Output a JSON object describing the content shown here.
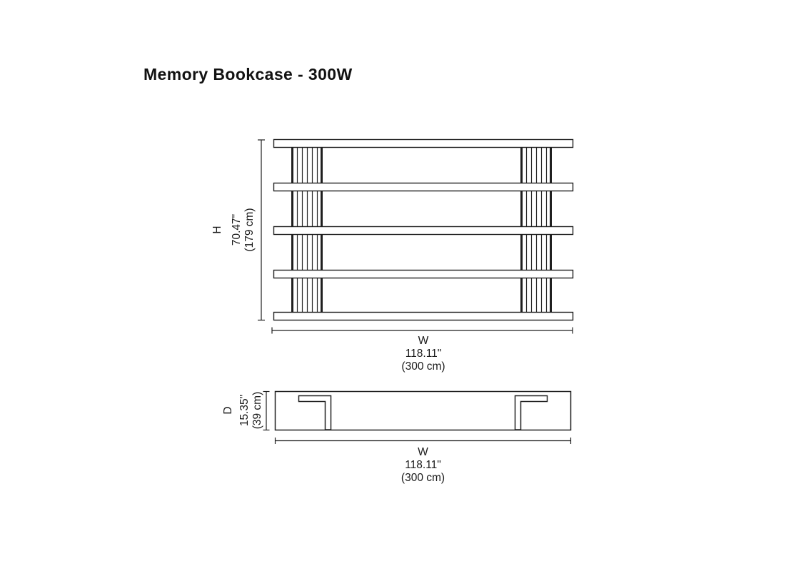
{
  "page": {
    "title": "Memory Bookcase - 300W"
  },
  "front_view": {
    "height": {
      "label": "H",
      "inches": "70.47\"",
      "cm": "(179 cm)"
    },
    "width": {
      "label": "W",
      "inches": "118.11\"",
      "cm": "(300 cm)"
    }
  },
  "top_view": {
    "depth": {
      "label": "D",
      "inches": "15.35\"",
      "cm": "(39 cm)"
    },
    "width": {
      "label": "W",
      "inches": "118.11\"",
      "cm": "(300 cm)"
    }
  },
  "colors": {
    "line": "#1f1f1f",
    "text": "#1a1a1a",
    "background": "#ffffff"
  }
}
